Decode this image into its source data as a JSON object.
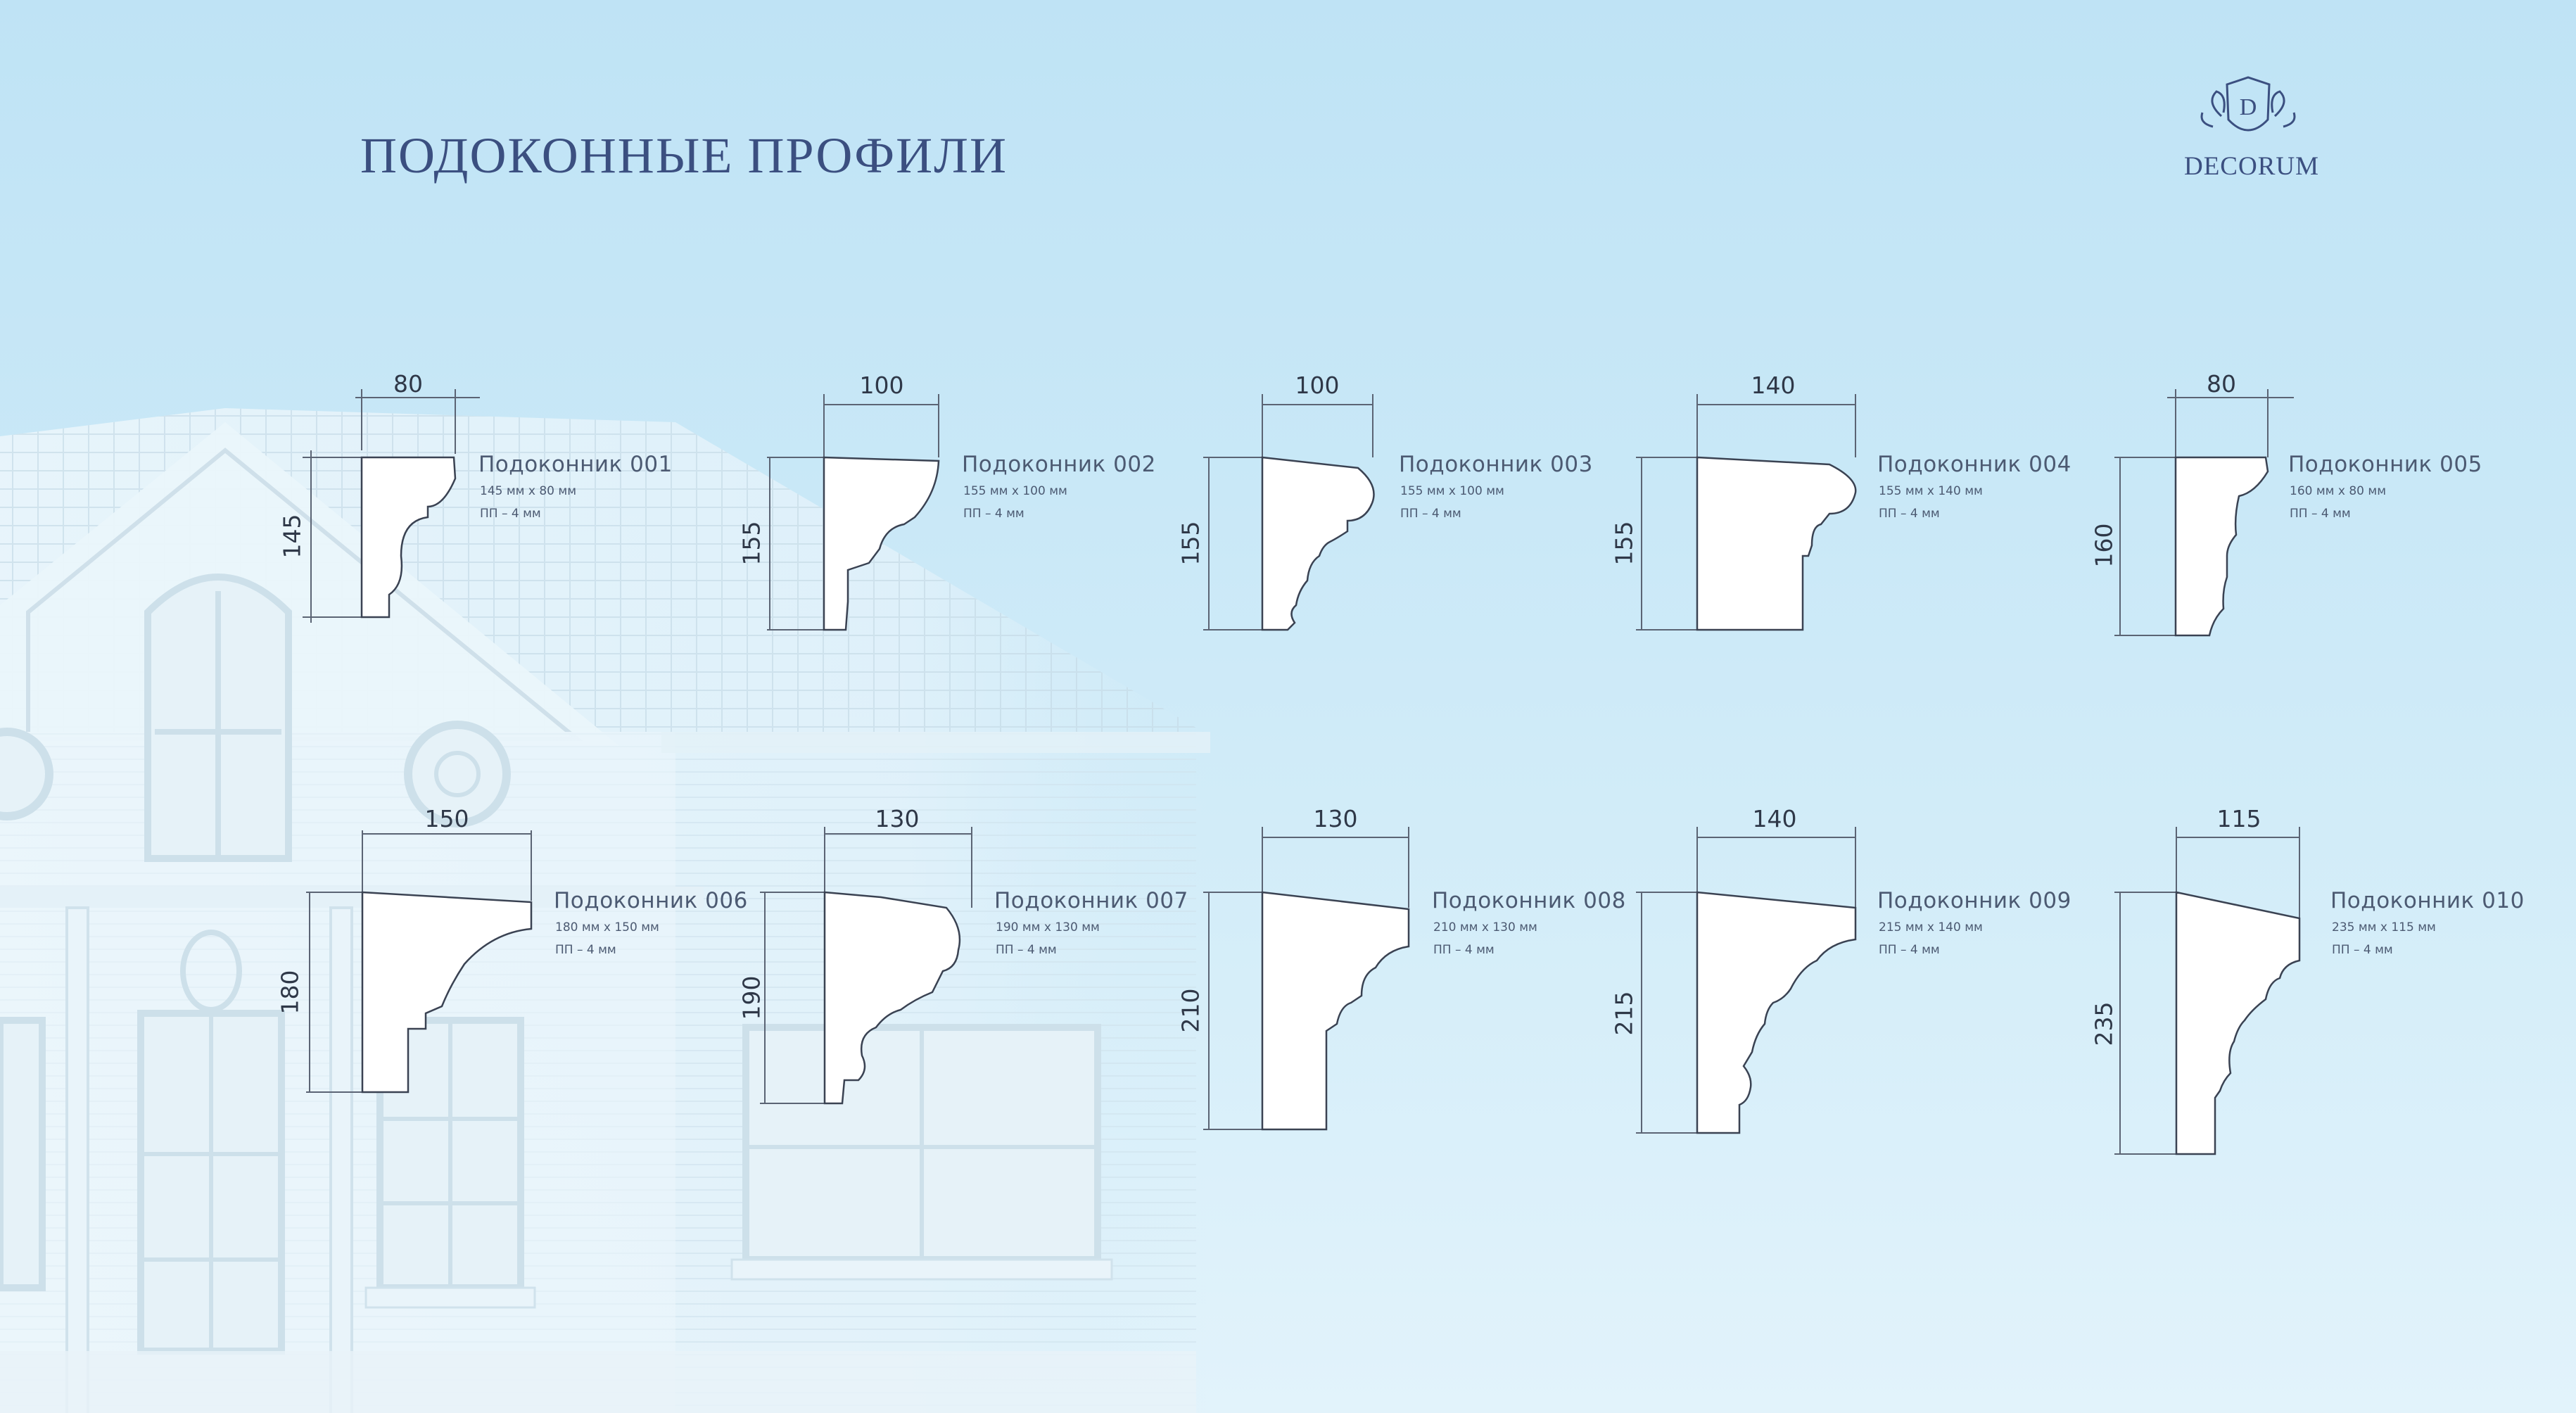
{
  "header": {
    "title": "ПОДОКОННЫЕ ПРОФИЛИ",
    "brand": "DECORUM",
    "brand_mark": "D"
  },
  "colors": {
    "title": "#3b4f80",
    "profile_fill": "#ffffff",
    "profile_stroke": "#3a4252",
    "dim_line": "#5b6474"
  },
  "profiles": [
    {
      "id": "001",
      "name": "Подоконник 001",
      "size": "145 мм х 80 мм",
      "pp": "ПП – 4 мм",
      "width": "80",
      "height": "145"
    },
    {
      "id": "002",
      "name": "Подоконник 002",
      "size": "155 мм х 100 мм",
      "pp": "ПП – 4 мм",
      "width": "100",
      "height": "155"
    },
    {
      "id": "003",
      "name": "Подоконник 003",
      "size": "155 мм х 100 мм",
      "pp": "ПП – 4 мм",
      "width": "100",
      "height": "155"
    },
    {
      "id": "004",
      "name": "Подоконник 004",
      "size": "155 мм х 140 мм",
      "pp": "ПП – 4 мм",
      "width": "140",
      "height": "155"
    },
    {
      "id": "005",
      "name": "Подоконник 005",
      "size": "160 мм х 80 мм",
      "pp": "ПП – 4 мм",
      "width": "80",
      "height": "160"
    },
    {
      "id": "006",
      "name": "Подоконник 006",
      "size": "180 мм х 150 мм",
      "pp": "ПП – 4 мм",
      "width": "150",
      "height": "180"
    },
    {
      "id": "007",
      "name": "Подоконник 007",
      "size": "190 мм х 130 мм",
      "pp": "ПП – 4 мм",
      "width": "130",
      "height": "190"
    },
    {
      "id": "008",
      "name": "Подоконник 008",
      "size": "210 мм х 130 мм",
      "pp": "ПП – 4 мм",
      "width": "130",
      "height": "210"
    },
    {
      "id": "009",
      "name": "Подоконник 009",
      "size": "215 мм х 140 мм",
      "pp": "ПП – 4 мм",
      "width": "140",
      "height": "215"
    },
    {
      "id": "010",
      "name": "Подоконник 010",
      "size": "235 мм х 115 мм",
      "pp": "ПП – 4 мм",
      "width": "115",
      "height": "235"
    }
  ]
}
